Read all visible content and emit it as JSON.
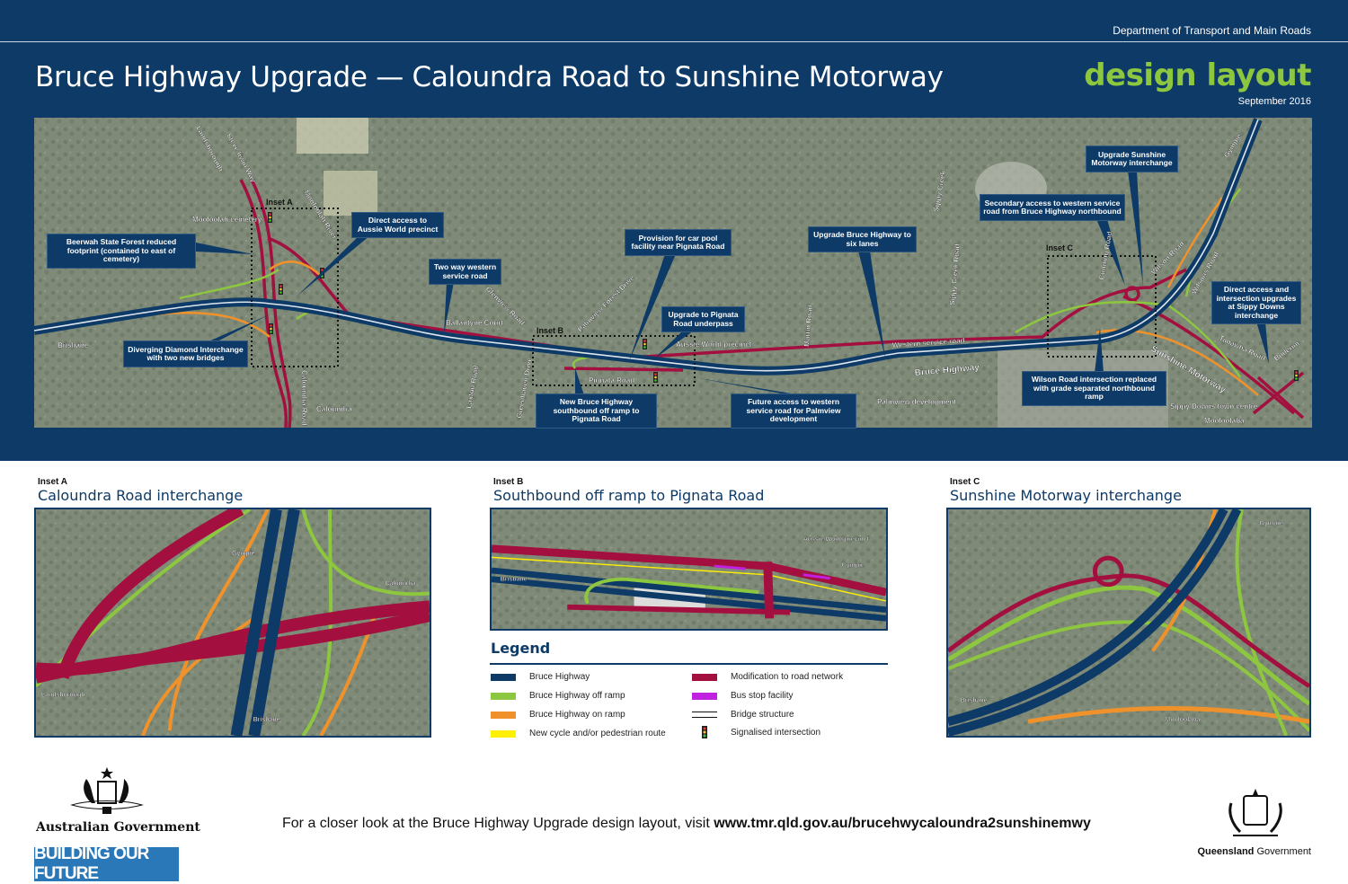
{
  "header": {
    "department": "Department of Transport and Main Roads",
    "title": "Bruce Highway Upgrade — Caloundra Road to Sunshine Motorway",
    "doc_type": "design layout",
    "date": "September 2016"
  },
  "colors": {
    "navy": "#0d3a66",
    "bruce_highway": "#0d3a66",
    "off_ramp": "#8dc63f",
    "on_ramp": "#f0922b",
    "cycle_path": "#ffef00",
    "modification": "#a3103f",
    "bus_stop": "#c020e0",
    "accent_green": "#8dc63f"
  },
  "map": {
    "callouts": [
      "Beerwah State Forest reduced footprint (contained to east of cemetery)",
      "Direct access to Aussie World precinct",
      "Two way western service road",
      "Provision for car pool facility near Pignata Road",
      "Upgrade Bruce Highway to six lanes",
      "Upgrade to Pignata Road underpass",
      "Diverging Diamond Interchange with two new bridges",
      "New Bruce Highway southbound off ramp to Pignata Road",
      "Future access to western service road for Palmview development",
      "Secondary access to western service road from Bruce Highway northbound",
      "Upgrade Sunshine Motorway interchange",
      "Direct access and intersection upgrades at Sippy Downs interchange",
      "Wilson Road intersection replaced with grade separated northbound ramp"
    ],
    "places": {
      "landsborough": "Landsborough",
      "steve_irwin": "Steve Irwin Way",
      "mooloolah_river": "Mooloolah River",
      "cemetery": "Mooloolah cemetery",
      "brisbane": "Brisbane",
      "caloundra_road": "Caloundra Road",
      "caloundra": "Caloundra",
      "ballantyne": "Ballantyne Court",
      "glenview": "Glenview Road",
      "laxton": "Laxton Road",
      "greenhaven": "Greenhaven Drive",
      "palmview_forest": "Palmview Forest Drive",
      "pignata": "Pignata Road",
      "aussie_world": "Aussie World precinct",
      "martin": "Martin Road",
      "western_service": "Western service road",
      "bruce_highway": "Bruce Highway",
      "palmview_dev": "Palmview development",
      "sippy_creek": "Sippy Creek",
      "sippy_creek_road": "Sippy Creek Road",
      "cunning": "Cunning Road",
      "wilson": "Wilson Road",
      "wilsons": "Wilsons Road",
      "gympie": "Gympie",
      "sunshine_motorway": "Sunshine Motorway",
      "tanawha": "Tanawha Road",
      "buderim": "Buderim",
      "sippy_downs": "Sippy Downs town centre",
      "mooloolaba": "Mooloolaba"
    },
    "insets": [
      "Inset A",
      "Inset B",
      "Inset C"
    ]
  },
  "insets": [
    {
      "label": "Inset A",
      "title": "Caloundra Road interchange",
      "places": [
        "Gympie",
        "Caloundra",
        "Landsborough",
        "Brisbane"
      ]
    },
    {
      "label": "Inset B",
      "title": "Southbound off ramp to Pignata Road",
      "places": [
        "Aussie World precinct",
        "Gympie",
        "Brisbane"
      ]
    },
    {
      "label": "Inset C",
      "title": "Sunshine Motorway interchange",
      "places": [
        "Gympie",
        "Brisbane",
        "Mooloolaba"
      ]
    }
  ],
  "legend": {
    "title": "Legend",
    "items": [
      {
        "label": "Bruce Highway",
        "color": "#0d3a66"
      },
      {
        "label": "Bruce Highway off ramp",
        "color": "#8dc63f"
      },
      {
        "label": "Bruce Highway on ramp",
        "color": "#f0922b"
      },
      {
        "label": "New cycle and/or pedestrian route",
        "color": "#ffef00"
      },
      {
        "label": "Modification to road network",
        "color": "#a3103f"
      },
      {
        "label": "Bus stop facility",
        "color": "#c020e0"
      },
      {
        "label": "Bridge structure",
        "icon": "bridge-lines"
      },
      {
        "label": "Signalised intersection",
        "icon": "traffic-light"
      }
    ]
  },
  "footer": {
    "text": "For a closer look at the Bruce Highway Upgrade design layout, visit ",
    "url": "www.tmr.qld.gov.au/brucehwycaloundra2sunshinemwy",
    "aus_gov": "Australian Government",
    "building": "BUILDING OUR FUTURE",
    "qld_bold": "Queensland",
    "qld_rest": " Government"
  }
}
